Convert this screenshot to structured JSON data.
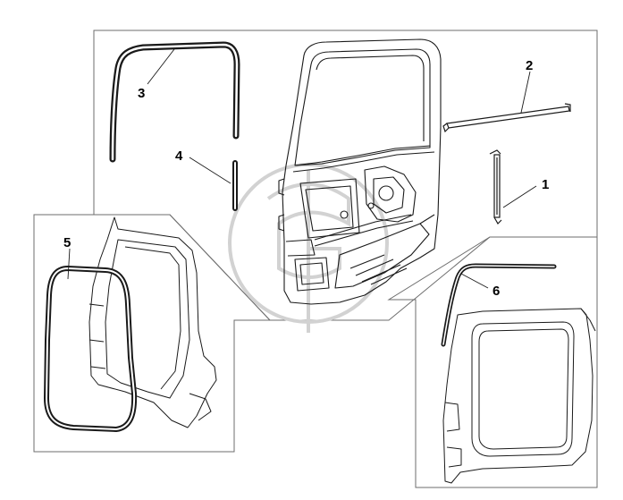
{
  "callouts": [
    {
      "id": "1",
      "label": "1"
    },
    {
      "id": "2",
      "label": "2"
    },
    {
      "id": "3",
      "label": "3"
    },
    {
      "id": "4",
      "label": "4"
    },
    {
      "id": "5",
      "label": "5"
    },
    {
      "id": "6",
      "label": "6"
    }
  ],
  "colors": {
    "line": "#1a1a1a",
    "frame": "#6e6e6e",
    "watermark": "#d2d2d2",
    "background": "#ffffff"
  }
}
